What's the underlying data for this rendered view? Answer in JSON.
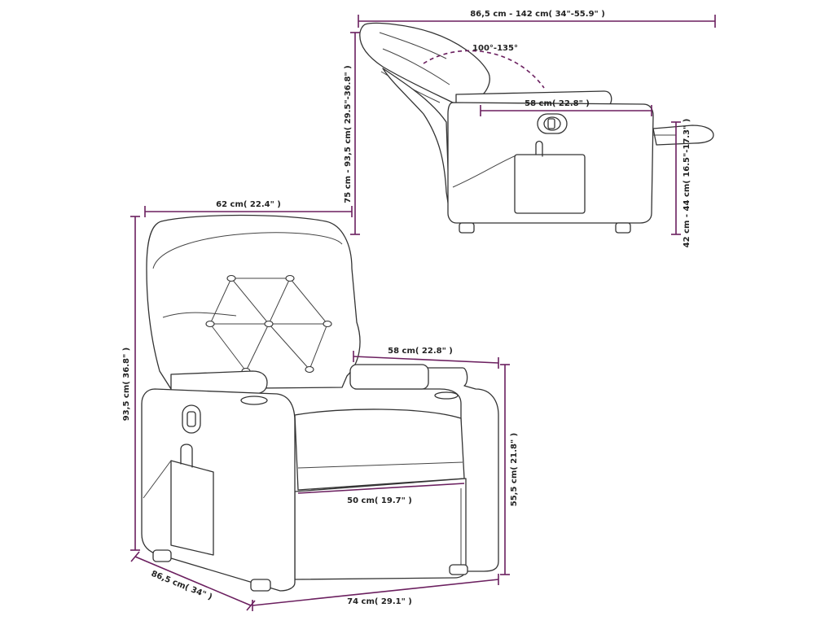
{
  "dimensions": {
    "side_length": "86,5 cm - 142 cm( 34\"-55.9\" )",
    "recline_angle": "100°-135°",
    "side_arm_width": "58 cm( 22.8\" )",
    "side_height": "75 cm - 93,5 cm( 29.5\"-36.8\" )",
    "footrest_height": "42 cm - 44 cm( 16.5\"-17.3\" )",
    "front_back_width": "62 cm( 22.4\" )",
    "front_total_height": "93,5 cm( 36.8\" )",
    "front_arm_depth": "58 cm( 22.8\" )",
    "front_arm_height": "55,5 cm( 21.8\" )",
    "seat_width": "50 cm( 19.7\" )",
    "depth": "86,5 cm( 34\" )",
    "total_width": "74 cm( 29.1\" )"
  },
  "colors": {
    "dimension_line": "#6b1f5f",
    "outline": "#333333",
    "background": "#ffffff"
  }
}
